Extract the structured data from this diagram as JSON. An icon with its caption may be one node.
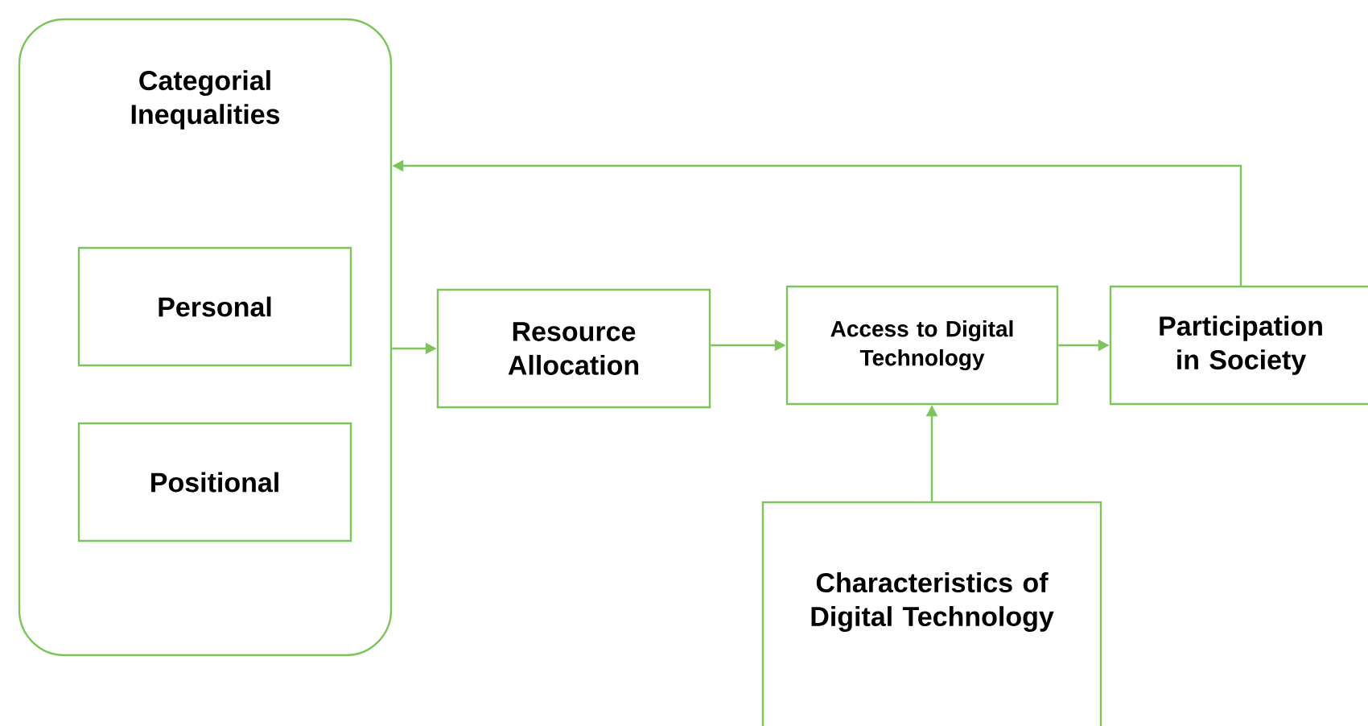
{
  "diagram": {
    "nodes": [
      {
        "text": [
          "Categorial Inequalities"
        ]
      },
      {
        "text": [
          "Personal"
        ],
        "in": 0
      },
      {
        "text": [
          "Positional"
        ],
        "in": 0
      },
      {
        "text": [
          "Resource Allocation"
        ]
      },
      {
        "text": [
          "Access to Digital Technology"
        ]
      },
      {
        "text": [
          "Participation in Society"
        ]
      },
      {
        "text": [
          "Characteristics of Digital Technology"
        ]
      }
    ],
    "edges": [
      {
        "from": 0,
        "to": 3,
        "arrow": "to"
      },
      {
        "from": 3,
        "to": 4,
        "arrow": "to"
      },
      {
        "from": 4,
        "to": 5,
        "arrow": "to"
      },
      {
        "from": 5,
        "to": 0,
        "arrow": "to"
      },
      {
        "from": 6,
        "to": 4,
        "arrow": "to"
      }
    ]
  }
}
